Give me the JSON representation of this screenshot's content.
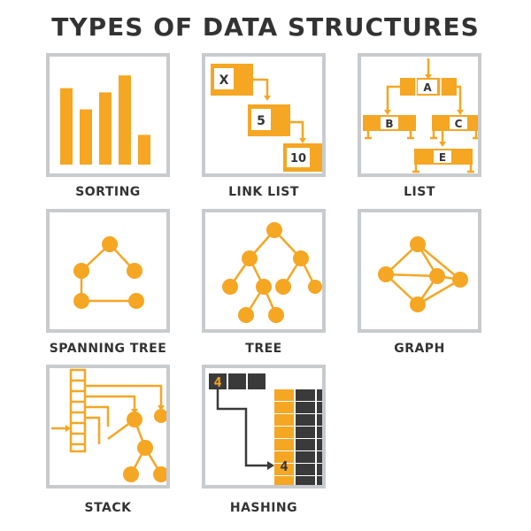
{
  "title": "TYPES OF DATA STRUCTURES",
  "colors": {
    "accent": "#f5a623",
    "dark": "#3a3a3a",
    "border": "#c8cbcd"
  },
  "panels": [
    {
      "caption": "SORTING",
      "icon": "bar-chart-icon",
      "bars": [
        0.72,
        0.52,
        0.68,
        0.84,
        0.28
      ]
    },
    {
      "caption": "LINK LIST",
      "icon": "linked-list-icon",
      "nodes": [
        "X",
        "5",
        "10"
      ]
    },
    {
      "caption": "LIST",
      "icon": "list-hierarchy-icon",
      "nodes": [
        "A",
        "B",
        "C",
        "E"
      ]
    },
    {
      "caption": "SPANNING TREE",
      "icon": "spanning-tree-icon"
    },
    {
      "caption": "TREE",
      "icon": "tree-icon"
    },
    {
      "caption": "GRAPH",
      "icon": "graph-icon"
    },
    {
      "caption": "STACK",
      "icon": "stack-icon"
    },
    {
      "caption": "HASHING",
      "icon": "hash-table-icon",
      "key": "4",
      "slot": "4"
    }
  ]
}
